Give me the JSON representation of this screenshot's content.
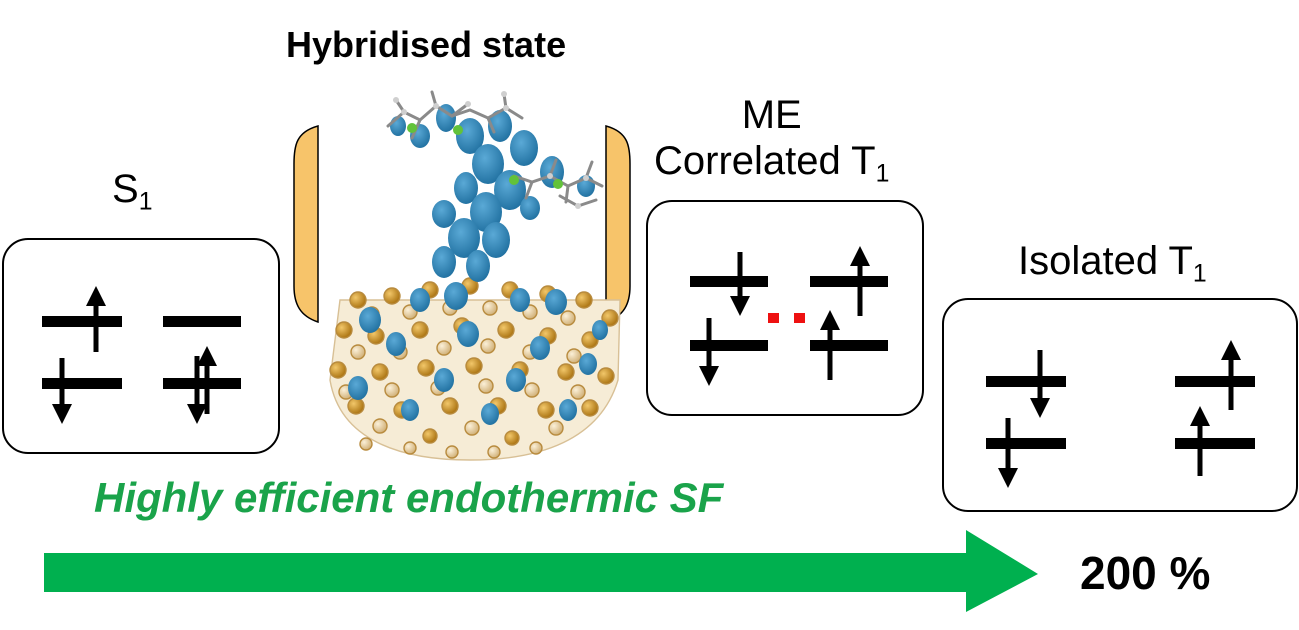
{
  "title": "Hybridised state",
  "states": {
    "s1": {
      "base": "S",
      "sub": "1"
    },
    "me": {
      "line1": "ME",
      "base": "Correlated T",
      "sub": "1"
    },
    "iso": {
      "base": "Isolated T",
      "sub": "1"
    }
  },
  "caption": "Highly efficient endothermic SF",
  "yield": "200 %",
  "colors": {
    "arrow_green": "#00b04f",
    "caption_green": "#1aa34a",
    "bracket_orange": "#f7c46a",
    "orbital_blue": "#2f86b8",
    "cage_gold": "#c8902c",
    "cage_light": "#e9d3a6",
    "coupling_red": "#ee1111"
  },
  "icons": {
    "spin_up": "arrow-up",
    "spin_down": "arrow-down",
    "molecule": "fullerene-with-ligand"
  }
}
